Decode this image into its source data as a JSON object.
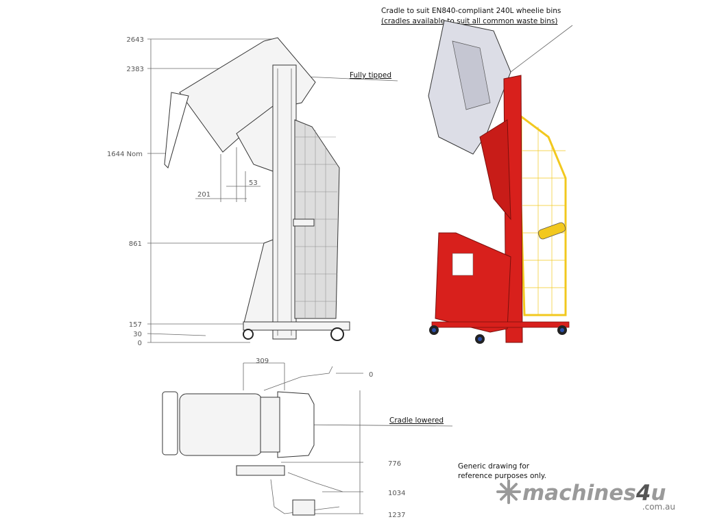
{
  "side_view": {
    "dimensions": {
      "h2643": "2643",
      "h2383": "2383",
      "h1644": "1644 Nom",
      "h861": "861",
      "h157": "157",
      "h30": "30",
      "h0": "0",
      "w201": "201",
      "w53": "53"
    },
    "callout_fully_tipped": "Fully tipped"
  },
  "plan_view": {
    "dimensions": {
      "w309": "309",
      "d0": "0",
      "d776": "776",
      "d1034": "1034",
      "d1237": "1237"
    },
    "callout_cradle_lowered": "Cradle lowered"
  },
  "render_view": {
    "note_line1": "Cradle to suit EN840-compliant 240L wheelie bins",
    "note_line2": "(cradles available to suit all common waste bins)",
    "colors": {
      "frame": "#d8201c",
      "guard": "#f2c81e",
      "bin": "#dcdde6"
    }
  },
  "disclaimer": {
    "line1": "Generic drawing for",
    "line2": "reference purposes only."
  },
  "logo": {
    "name_main": "machines",
    "name_4": "4",
    "name_u": "u",
    "domain": ".com.au"
  }
}
